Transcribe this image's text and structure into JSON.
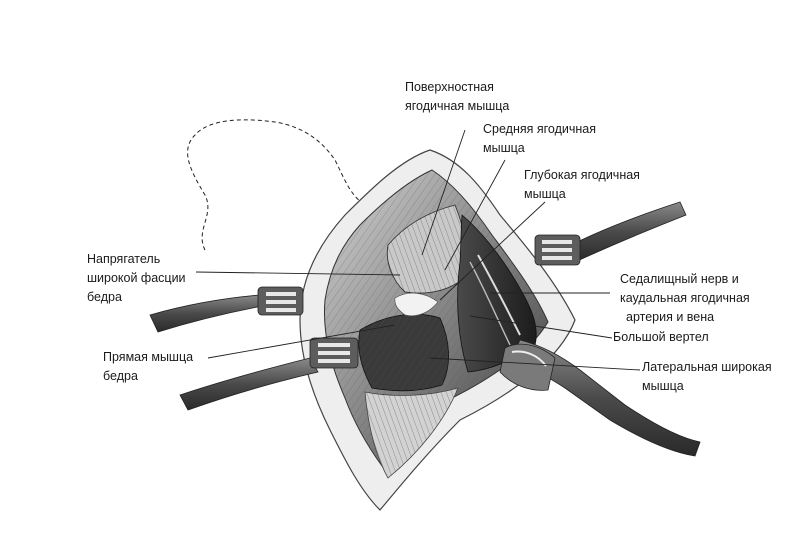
{
  "labels": {
    "superficial_gluteal": [
      "Поверхностная",
      "ягодичная мышца"
    ],
    "middle_gluteal": [
      "Средняя ягодичная",
      "мышца"
    ],
    "deep_gluteal": [
      "Глубокая ягодичная",
      "мышца"
    ],
    "tensor_fascia_latae": [
      "Напрягатель",
      "широкой фасции",
      "бедра"
    ],
    "sciatic_nerve": [
      "Седалищный нерв и",
      "каудальная ягодичная",
      "артерия и вена"
    ],
    "greater_trochanter": [
      "Большой вертел"
    ],
    "rectus_femoris": [
      "Прямая мышца",
      "бедра"
    ],
    "vastus_lateralis": [
      "Латеральная широкая",
      "мышца"
    ]
  },
  "colors": {
    "ink": "#1a1a1a",
    "muscle_dark": "#2f2f2f",
    "muscle_mid": "#6a6a6a",
    "tissue_light": "#bdbdbd",
    "retractor": "#5a5a5a"
  }
}
